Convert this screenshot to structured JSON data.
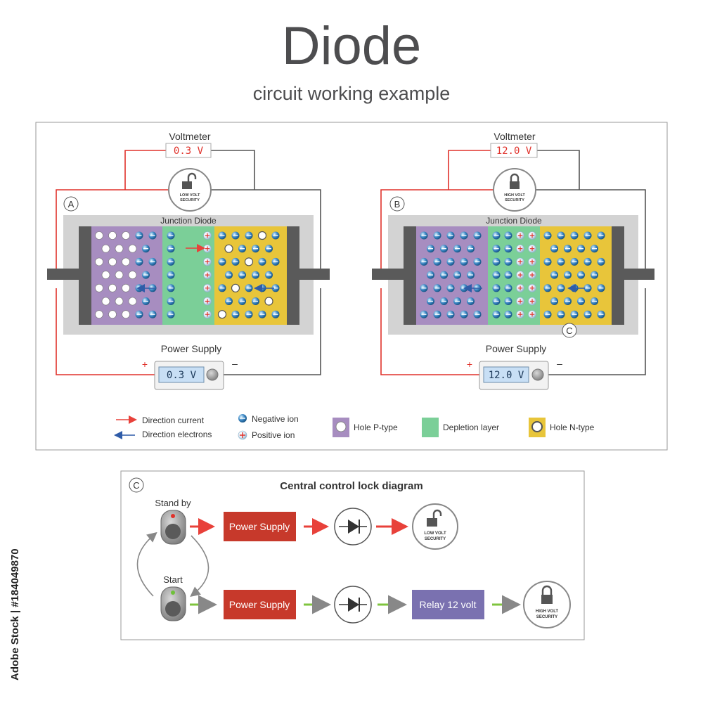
{
  "header": {
    "title": "Diode",
    "subtitle": "circuit working example"
  },
  "panels": [
    {
      "id": "A",
      "voltmeter_label": "Voltmeter",
      "voltmeter_reading": "0.3 V",
      "lock_line1": "LOW VOLT",
      "lock_line2": "SECURITY",
      "lock_state": "unlocked",
      "junction_label": "Junction Diode",
      "supply_label": "Power Supply",
      "supply_reading": "0.3 V",
      "plus": "+",
      "minus": "–"
    },
    {
      "id": "B",
      "voltmeter_label": "Voltmeter",
      "voltmeter_reading": "12.0 V",
      "lock_line1": "HIGH VOLT",
      "lock_line2": "SECURITY",
      "lock_state": "locked",
      "junction_label": "Junction Diode",
      "supply_label": "Power Supply",
      "supply_reading": "12.0 V",
      "plus": "+",
      "minus": "–",
      "callout": "C"
    }
  ],
  "legend": {
    "current": "Direction current",
    "electrons": "Direction electrons",
    "negative_ion": "Negative ion",
    "positive_ion": "Positive ion",
    "hole_p": "Hole P-type",
    "depletion": "Depletion layer",
    "hole_n": "Hole N-type"
  },
  "control": {
    "id": "C",
    "title": "Central control lock diagram",
    "standby_label": "Stand by",
    "start_label": "Start",
    "row1_supply": "Power Supply",
    "row2_supply": "Power Supply",
    "relay": "Relay 12 volt",
    "lock1_line1": "LOW VOLT",
    "lock1_line2": "SECURITY",
    "lock2_line1": "HIGH VOLT",
    "lock2_line2": "SECURITY"
  },
  "watermark": "Adobe Stock | #184049870",
  "colors": {
    "p_type": "#a78dc0",
    "depletion": "#7bcf98",
    "n_type": "#e8c53a",
    "current_arrow": "#e8413a",
    "electron_arrow": "#2f5ca8",
    "red_wire": "#e0322b",
    "dark_wire": "#555555",
    "block_red": "#c7392b",
    "relay": "#7a71b0"
  }
}
